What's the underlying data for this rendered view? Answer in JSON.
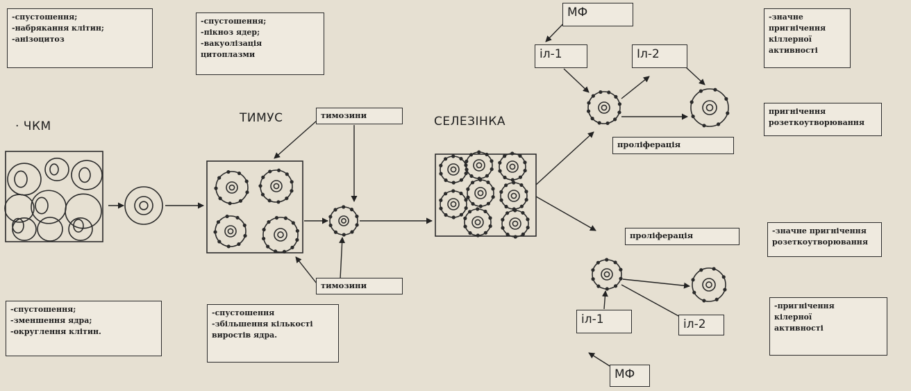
{
  "labels": {
    "chkm": "· ЧКМ",
    "thymus": "ТИМУС",
    "spleen": "СЕЛЕЗІНКА"
  },
  "tags": {
    "thymosins_top": "тимозини",
    "thymosins_bottom": "тимозини",
    "prolif_top": "проліферація",
    "prolif_bottom": "проліферація"
  },
  "boxes": {
    "il1_top": "іл-1",
    "il2_top": "Іл-2",
    "mf_top": "МФ",
    "il1_bottom": "іл-1",
    "il2_bottom": "іл-2",
    "mf_bottom": "МФ"
  },
  "notes": {
    "top_left": [
      "-спустошення;",
      "-набрякання клітин;",
      "-анізоцитоз"
    ],
    "top_thymus": [
      "-спустошення;",
      "-пікноз ядер;",
      "-вакуолізація",
      "цитоплазми"
    ],
    "bottom_left": [
      "-спустошення;",
      "-зменшення ядра;",
      "-округлення клітин."
    ],
    "bottom_thymus": [
      "-спустошення",
      "-збільшення кількості",
      "виростів ядра."
    ],
    "right_1": [
      "-значне",
      "пригнічення",
      "кіллерної",
      "активності"
    ],
    "right_2": [
      "пригнічення",
      "розеткоутворювання"
    ],
    "right_3": [
      "-значне пригнічення",
      "розеткоутворювання"
    ],
    "right_4": [
      "-пригнічення",
      "кілерної",
      "активності"
    ]
  }
}
